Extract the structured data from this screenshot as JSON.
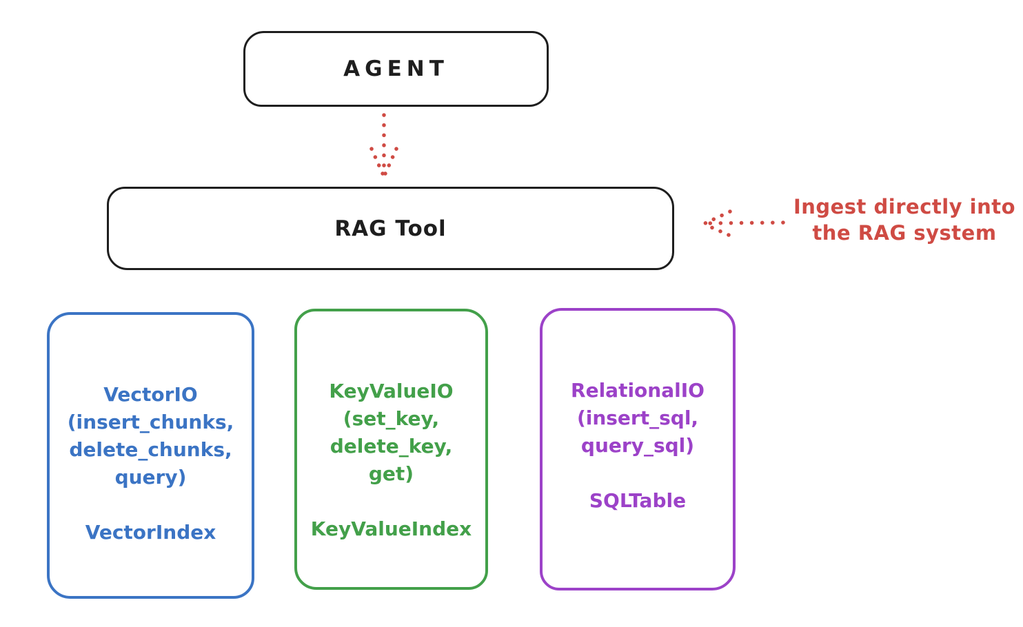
{
  "title": "RAG Tool architecture diagram",
  "colors": {
    "ink": "#1e1e1e",
    "red": "#cf4b44",
    "blue": "#3b74c4",
    "green": "#43a04a",
    "purple": "#9c42c8",
    "bg": "#ffffff"
  },
  "agent": {
    "label": "AGENT"
  },
  "rag_tool": {
    "label": "RAG Tool"
  },
  "annotation": {
    "line1": "Ingest directly into",
    "line2": "the RAG system"
  },
  "arrows": [
    {
      "name": "agent-to-rag-tool",
      "style": "dotted-arrow-down",
      "color": "#cf4b44"
    },
    {
      "name": "annotation-to-rag-tool",
      "style": "dotted-arrow-left",
      "color": "#cf4b44"
    }
  ],
  "backends": [
    {
      "name": "VectorIO",
      "methods": "(insert_chunks, delete_chunks, query)",
      "index": "VectorIndex",
      "color": "#3b74c4"
    },
    {
      "name": "KeyValueIO",
      "methods": "(set_key, delete_key, get)",
      "index": "KeyValueIndex",
      "color": "#43a04a"
    },
    {
      "name": "RelationalIO",
      "methods": "(insert_sql, query_sql)",
      "index": "SQLTable",
      "color": "#9c42c8"
    }
  ]
}
